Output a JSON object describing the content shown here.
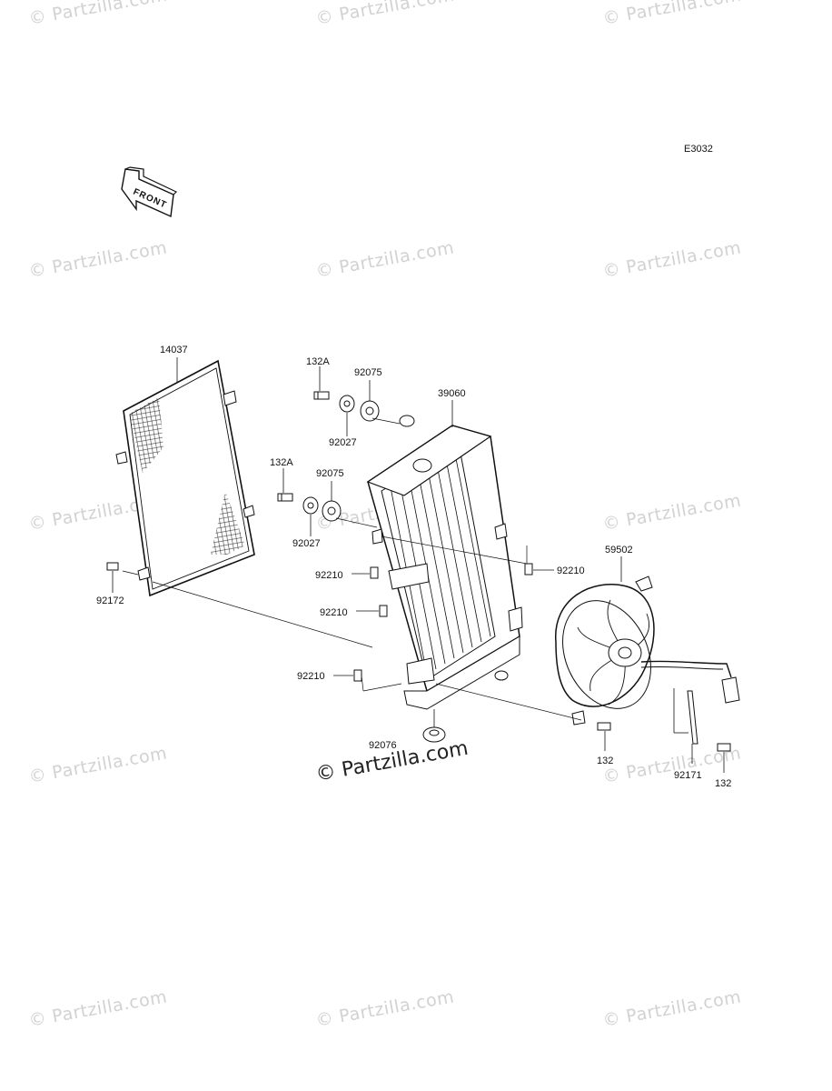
{
  "diagram_code": "E3032",
  "front_arrow_text": "FRONT",
  "watermark_text": "© Partzilla.com",
  "watermarks": [
    {
      "id": "wm-1"
    },
    {
      "id": "wm-2"
    },
    {
      "id": "wm-3"
    },
    {
      "id": "wm-4"
    },
    {
      "id": "wm-5"
    },
    {
      "id": "wm-6"
    },
    {
      "id": "wm-7"
    },
    {
      "id": "wm-8"
    },
    {
      "id": "wm-9"
    },
    {
      "id": "wm-10"
    },
    {
      "id": "wm-11"
    },
    {
      "id": "wm-12"
    },
    {
      "id": "wm-13"
    },
    {
      "id": "wm-14"
    },
    {
      "id": "wm-15"
    }
  ],
  "parts": {
    "radiator_screen": "14037",
    "radiator": "39060",
    "fan_assembly": "59502",
    "bolt_132a_top": "132A",
    "bolt_132a_mid": "132A",
    "grommet_92075_top": "92075",
    "grommet_92075_mid": "92075",
    "collar_92027_top": "92027",
    "collar_92027_mid": "92027",
    "clip_92210_a": "92210",
    "clip_92210_b": "92210",
    "clip_92210_c": "92210",
    "clip_92210_d": "92210",
    "bolt_92172": "92172",
    "grommet_92076": "92076",
    "bolt_132_fan": "132",
    "band_92171": "92171",
    "bolt_132_band": "132"
  }
}
